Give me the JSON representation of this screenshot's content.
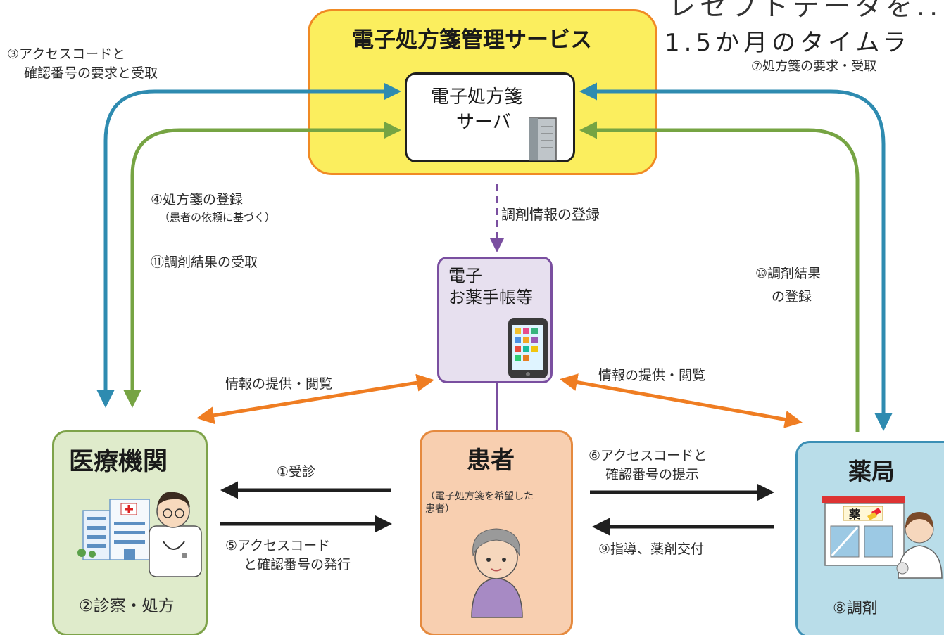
{
  "header_overlay": {
    "line1": "レセプトデータを...",
    "line2": "1.5か月のタイムラ"
  },
  "service": {
    "title": "電子処方箋管理サービス",
    "server_line1": "電子処方箋",
    "server_line2": "サーバ"
  },
  "notebook": {
    "line1": "電子",
    "line2": "お薬手帳等"
  },
  "hospital": {
    "title": "医療機関",
    "step": "②診察・処方"
  },
  "patient": {
    "title": "患者",
    "note_line1": "（電子処方箋を希望した",
    "note_line2": "患者）"
  },
  "pharmacy": {
    "title": "薬局",
    "sign": "薬",
    "step": "⑧調剤"
  },
  "labels": {
    "step3_line1": "③アクセスコードと",
    "step3_line2": "確認番号の要求と受取",
    "step4_line1": "④処方箋の登録",
    "step4_line2": "（患者の依頼に基づく）",
    "step11": "⑪調剤結果の受取",
    "dispensing_registration": "調剤情報の登録",
    "step7": "⑦処方箋の要求・受取",
    "step10_line1": "⑩調剤結果",
    "step10_line2": "の登録",
    "info_left": "情報の提供・閲覧",
    "info_right": "情報の提供・閲覧",
    "step1": "①受診",
    "step5_line1": "⑤アクセスコード",
    "step5_line2": "と確認番号の発行",
    "step6_line1": "⑥アクセスコードと",
    "step6_line2": "確認番号の提示",
    "step9": "⑨指導、薬剤交付"
  },
  "colors": {
    "service_fill": "#fbee5e",
    "service_border": "#f08a24",
    "blue_arrow": "#2e8bb0",
    "green_arrow": "#76a443",
    "orange_arrow": "#ef7d22",
    "purple": "#7a4fa0",
    "hospital_fill": "#dfebcb",
    "hospital_border": "#7ea34a",
    "patient_fill": "#f8cfb0",
    "patient_border": "#e58a3f",
    "pharmacy_fill": "#b9dde9",
    "pharmacy_border": "#3b8fb5",
    "notebook_fill": "#e7e0ef"
  }
}
